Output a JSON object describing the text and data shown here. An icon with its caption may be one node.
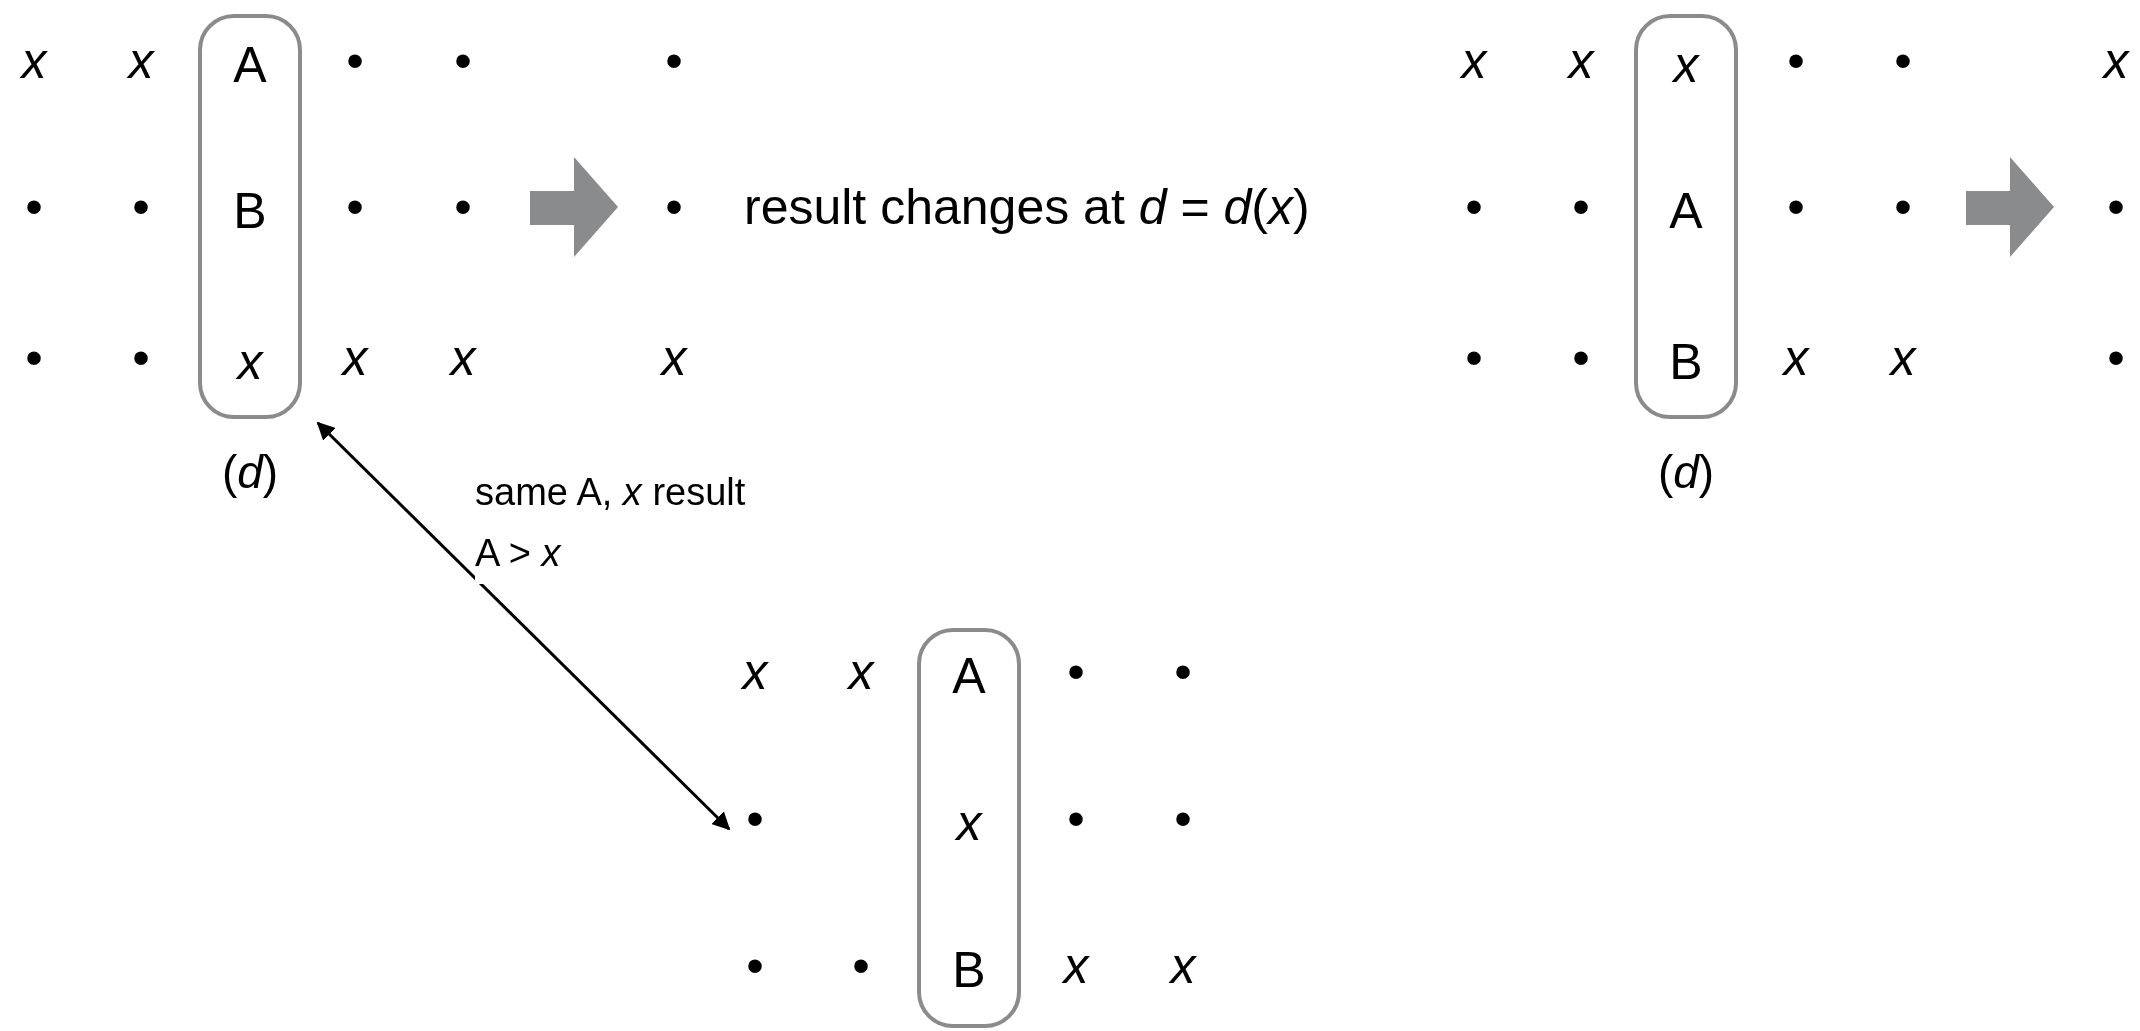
{
  "diagram": {
    "nodes": [
      {
        "text": [
          "A",
          "B",
          "*x*"
        ],
        "beside": [
          "(*d*)"
        ]
      },
      {
        "text": [
          "*x*",
          "A",
          "B"
        ],
        "beside": [
          "(*d*)"
        ]
      },
      {
        "text": [
          "•"
        ]
      },
      {
        "text": [
          "A",
          "*x*",
          "B"
        ]
      }
    ],
    "edges": [
      {
        "from": 0,
        "to": 2,
        "arrow": "both",
        "label": "same A, *x* result A > *x*"
      }
    ],
    "labels": [
      "*x*",
      "*x*",
      "•",
      "•",
      "•",
      "*x*",
      "*x*",
      "•",
      "•",
      "*x*",
      "•",
      "•",
      "•",
      "•",
      "•",
      "result changes at *d* = *d*(*x*)",
      "•",
      "•",
      "•",
      "•",
      "•",
      "•",
      "•",
      "*x*",
      "*x*",
      "*x*",
      "•",
      "•",
      "*x*",
      "*x*",
      "•",
      "*x*",
      "*x*",
      "•",
      "•",
      "•",
      "•",
      "•",
      "•",
      "*x*",
      "*x*"
    ]
  }
}
